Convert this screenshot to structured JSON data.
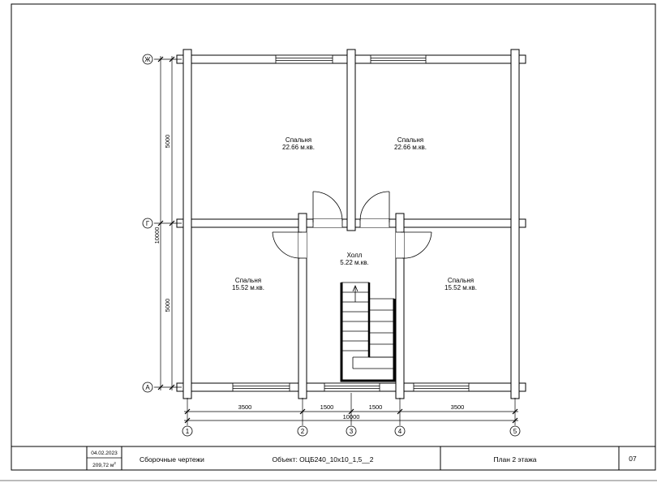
{
  "drawing": {
    "rooms": [
      {
        "name": "Спальня",
        "area": "22.66 м.кв."
      },
      {
        "name": "Спальня",
        "area": "22.66 м.кв."
      },
      {
        "name": "Спальня",
        "area": "15.52 м.кв."
      },
      {
        "name": "Холл",
        "area": "5.22 м.кв."
      },
      {
        "name": "Спальня",
        "area": "15.52 м.кв."
      }
    ],
    "axes_vertical": [
      "1",
      "2",
      "3",
      "4",
      "5"
    ],
    "axes_horizontal": [
      "Ж",
      "Г",
      "А"
    ],
    "dims_bottom": [
      "3500",
      "1500",
      "1500",
      "3500"
    ],
    "dim_total_bottom": "10000",
    "dims_left": [
      "5000",
      "5000"
    ],
    "dim_total_left": "10000"
  },
  "title_block": {
    "date": "04.02.2023",
    "area_value": "209,72 м",
    "area_unit_sup": "2",
    "doc_type": "Сборочные чертежи",
    "object": "Объект: ОЦБ240_10х10_1,5__2",
    "sheet_name": "План 2 этажа",
    "sheet_number": "07"
  }
}
